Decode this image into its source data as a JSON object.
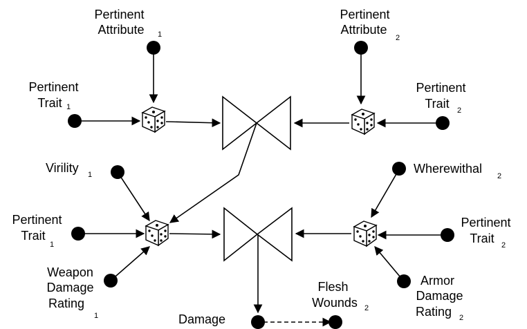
{
  "labels": {
    "attr1": "Pertinent Attribute",
    "attr1_sub": "1",
    "attr2": "Pertinent Attribute",
    "attr2_sub": "2",
    "trait1_top": "Pertinent Trait",
    "trait1_top_sub": "1",
    "trait2_top": "Pertinent Trait",
    "trait2_top_sub": "2",
    "virility1": "Virility",
    "virility1_sub": "1",
    "trait1_bot": "Pertinent Trait",
    "trait1_bot_sub": "1",
    "weapon1": "Weapon Damage Rating",
    "weapon1_sub": "1",
    "wherewithal2": "Wherewithal",
    "wherewithal2_sub": "2",
    "trait2_bot": "Pertinent Trait",
    "trait2_bot_sub": "2",
    "armor2": "Armor Damage Rating",
    "armor2_sub": "2",
    "damage": "Damage",
    "flesh2": "Flesh Wounds",
    "flesh2_sub": "2"
  },
  "line_splits": {
    "attr1": [
      "Pertinent",
      "Attribute"
    ],
    "attr2": [
      "Pertinent",
      "Attribute"
    ],
    "trait1_top": [
      "Pertinent",
      "Trait"
    ],
    "trait2_top": [
      "Pertinent",
      "Trait"
    ],
    "trait1_bot": [
      "Pertinent",
      "Trait"
    ],
    "trait2_bot": [
      "Pertinent",
      "Trait"
    ],
    "weapon1": [
      "Weapon",
      "Damage",
      "Rating"
    ],
    "armor2": [
      "Armor",
      "Damage",
      "Rating"
    ],
    "flesh2": [
      "Flesh",
      "Wounds"
    ]
  }
}
